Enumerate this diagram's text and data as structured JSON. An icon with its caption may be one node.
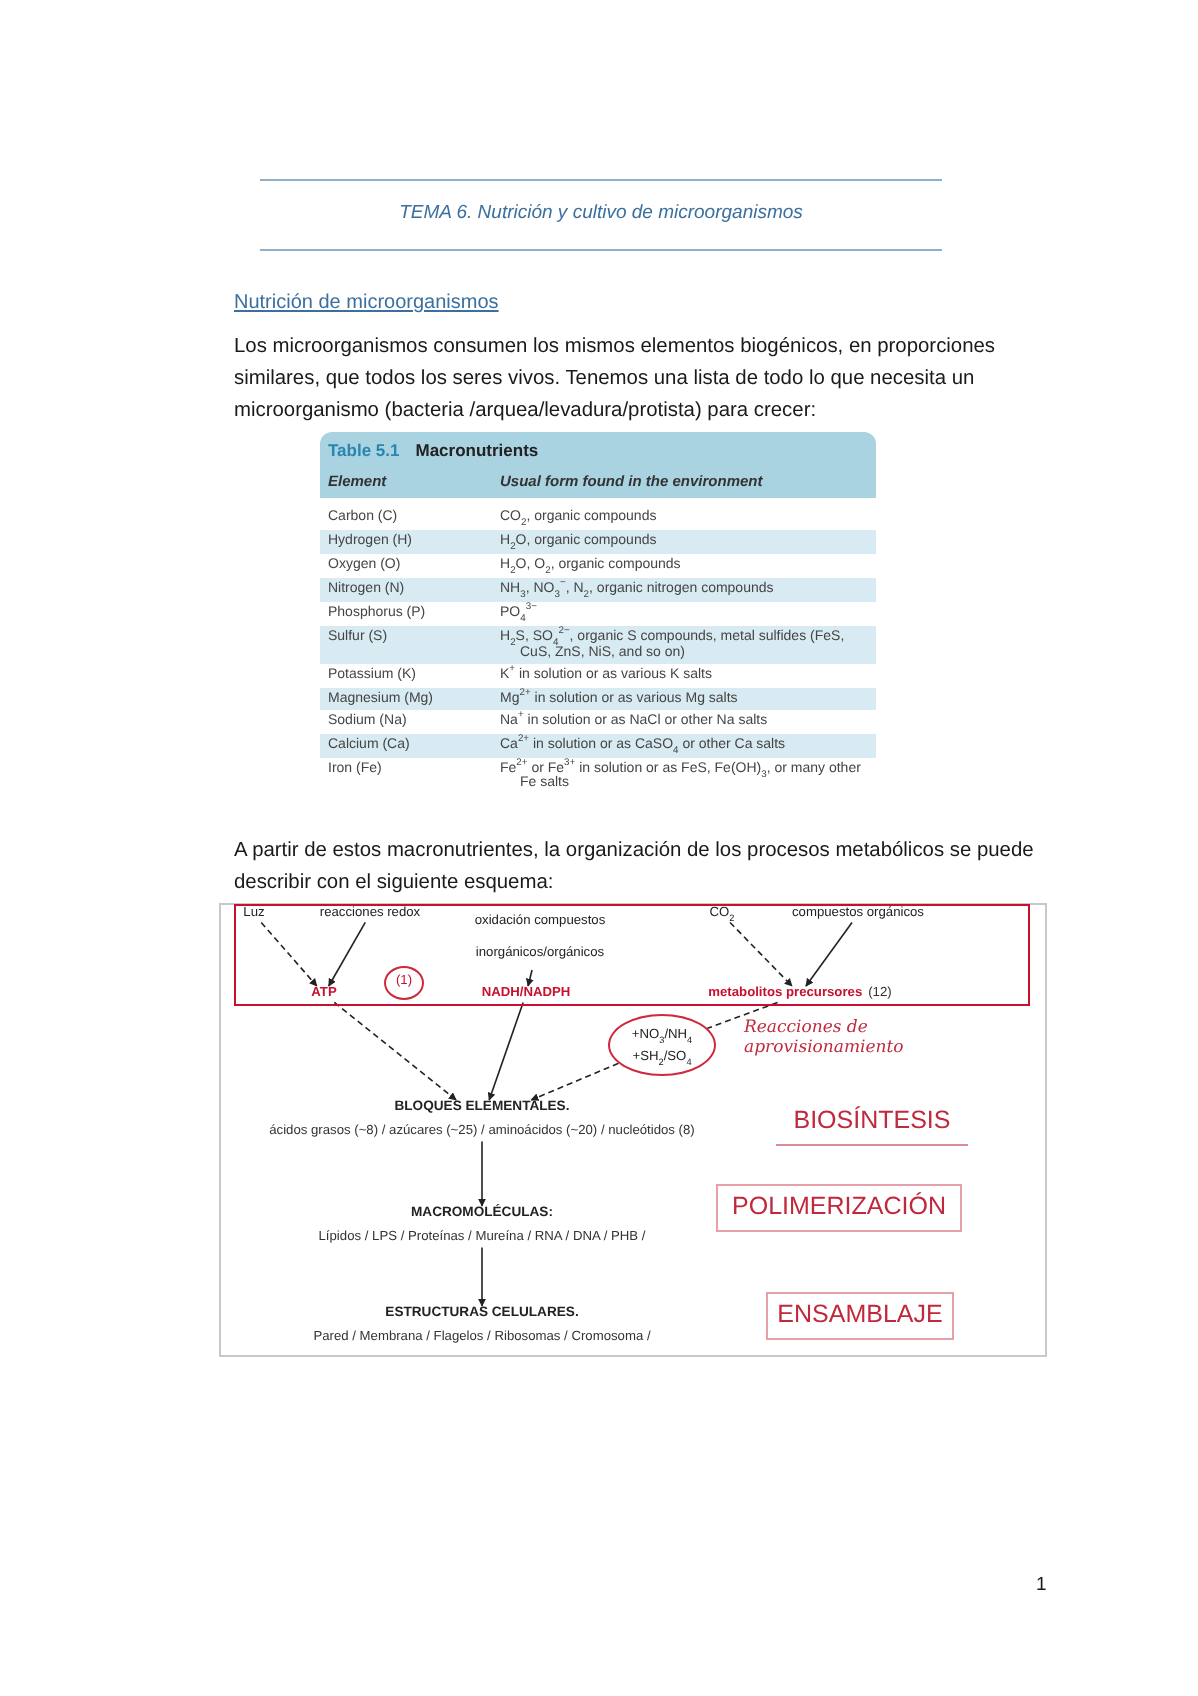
{
  "diagram": {
    "title": "TEMA 6. Nutrición y cultivo de microorganismos",
    "nodes": [
      {
        "text": [],
        "shape": "box"
      },
      {
        "text": [
          "Luz"
        ],
        "in": 0
      },
      {
        "text": [
          "reacciones redox"
        ],
        "in": 0
      },
      {
        "text": [
          "oxidación compuestos inorgánicos/orgánicos"
        ],
        "in": 0
      },
      {
        "text": [
          "CO$_{2}$"
        ],
        "in": 0
      },
      {
        "text": [
          "compuestos orgánicos"
        ],
        "in": 0
      },
      {
        "text": [
          "(1)"
        ],
        "in": 0
      },
      {
        "text": [
          "ATP"
        ],
        "in": 0
      },
      {
        "text": [
          "NADH/NADPH"
        ],
        "in": 0
      },
      {
        "text": [
          "metabolitos precursores",
          "(12)"
        ],
        "in": 0
      },
      {
        "text": [
          "+NO$_{3}$/NH$_{4}$",
          "+SH$_{2}$/SO$_{4}$"
        ],
        "beside": [
          "Reacciones de aprovisionamiento"
        ]
      },
      {
        "text": [
          "BLOQUES ELEMENTALES.",
          "ácidos grasos (~8) / azúcares (~25) / aminoácidos (~20) / nucleótidos (8)"
        ]
      },
      {
        "text": [
          "BIOSÍNTESIS"
        ]
      },
      {
        "text": [
          "MACROMOLÉCULAS:",
          "Lípidos / LPS / Proteínas / Mureína / RNA / DNA / PHB /"
        ]
      },
      {
        "text": [
          "POLIMERIZACIÓN"
        ]
      },
      {
        "text": [
          "ESTRUCTURAS CELULARES.",
          "Pared / Membrana / Flagelos / Ribosomas / Cromosoma /"
        ]
      },
      {
        "text": [
          "ENSAMBLAJE"
        ]
      }
    ],
    "edges": [
      {
        "from": 1,
        "to": 7,
        "arrow": "to",
        "style": "dashed"
      },
      {
        "from": 2,
        "to": 7,
        "arrow": "to"
      },
      {
        "from": 3,
        "to": 8,
        "arrow": "to"
      },
      {
        "from": 4,
        "to": 9,
        "arrow": "to",
        "style": "dashed"
      },
      {
        "from": 5,
        "to": 9,
        "arrow": "to"
      },
      {
        "from": 7,
        "to": 11,
        "arrow": "to",
        "style": "dashed"
      },
      {
        "from": 8,
        "to": 11,
        "arrow": "to"
      },
      {
        "from": 9,
        "to": 10,
        "arrow": "none",
        "style": "dashed"
      },
      {
        "from": 10,
        "to": 11,
        "arrow": "to",
        "style": "dashed"
      },
      {
        "from": 11,
        "to": 13,
        "arrow": "to"
      },
      {
        "from": 13,
        "to": 15,
        "arrow": "to"
      }
    ],
    "labels": [
      "Nutrición de microorganismos",
      "Los microorganismos consumen los mismos elementos biogénicos, en proporciones similares, que todos los seres vivos. Tenemos una lista de todo lo que necesita un microorganismo (bacteria /arquea/levadura/protista) para crecer:",
      "Table 5.1",
      "Macronutrients",
      "Element",
      "Usual form found in the environment",
      "Carbon (C)",
      "CO$_{2}$, organic compounds",
      "Hydrogen (H)",
      "H$_{2}$O, organic compounds",
      "Oxygen (O)",
      "H$_{2}$O, O$_{2}$, organic compounds",
      "Nitrogen (N)",
      "NH$_{3}$, NO$_{3}$$^{−}$, N$_{2}$, organic nitrogen compounds",
      "Phosphorus (P)",
      "PO$_{4}$$^{3−}$",
      "Sulfur (S)",
      "H$_{2}$S, SO$_{4}$$^{2−}$, organic S compounds, metal sulfides (FeS, CuS, ZnS, NiS, and so on)",
      "Potassium (K)",
      "K$^{+}$ in solution or as various K salts",
      "Magnesium (Mg)",
      "Mg$^{2+}$ in solution or as various Mg salts",
      "Sodium (Na)",
      "Na$^{+}$ in solution or as NaCl or other Na salts",
      "Calcium (Ca)",
      "Ca$^{2+}$ in solution or as CaSO$_{4}$ or other Ca salts",
      "Iron (Fe)",
      "Fe$^{2+}$ or Fe$^{3+}$ in solution or as FeS, Fe(OH)$_{3}$, or many other Fe salts",
      "A partir de estos macronutrientes, la organización de los procesos metabólicos se puede describir con el siguiente esquema:",
      "1"
    ]
  }
}
